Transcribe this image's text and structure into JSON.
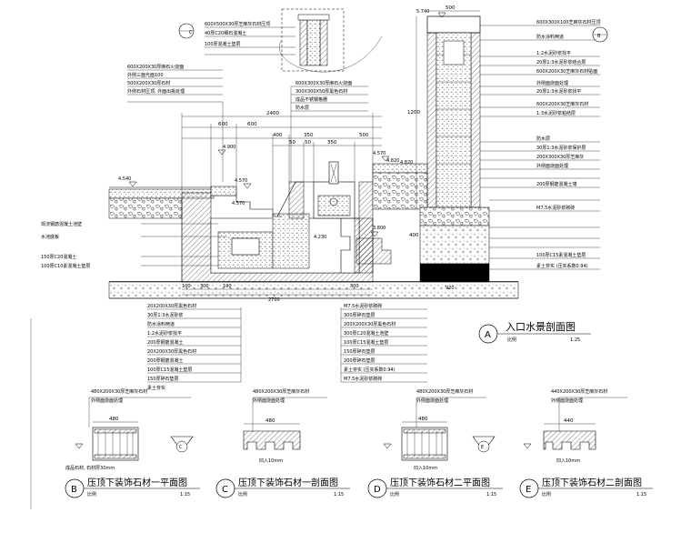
{
  "main_section": {
    "marker": "A",
    "title": "入口水景剖面图",
    "scale_prefix": "比例",
    "scale": "1:25"
  },
  "detail_markers": {
    "callout_c": "C",
    "callout_b": "B"
  },
  "top_dims": [
    "2400",
    "600",
    "600",
    "400",
    "350",
    "50",
    "50",
    "350",
    "500"
  ],
  "pier_dims": {
    "top": "500",
    "height": "1200",
    "base": "920",
    "elev": "400"
  },
  "elevations": [
    "4.540",
    "4.570",
    "4.900",
    "4.570",
    "4.570",
    "5.740",
    "4.820",
    "4.820",
    "3.800",
    "4.230"
  ],
  "bottom_dims": [
    "100",
    "300",
    "100",
    "2700",
    "300",
    "920"
  ],
  "notes_top_left": [
    "600X200X30厚麻石火烧面",
    "外侧三面光面100",
    "500X200X30厚石材",
    "外侧石材压顶, 外面出挑处理"
  ],
  "notes_top_mid": [
    "600X300X30厚麻石火烧面",
    "300X300X50厚黑色石材",
    "成品不锈钢格栅",
    "防水层"
  ],
  "notes_callout_c": [
    "600X500X30厚芝麻灰石材压顶",
    "40厚C20细石混凝土",
    "100厚混凝土垫层"
  ],
  "notes_right": [
    "600X300X100芝麻灰石材压顶",
    "防水涂料两道",
    "1:2水泥砂浆找平",
    "20厚1:3水泥砂浆结合层",
    "600X200X30芝麻灰石材贴面",
    "外侧面烧面处理",
    "20厚1:3水泥砂浆找平",
    "600X200X30芝麻灰石材",
    "1:3水泥砂浆粘结层",
    "防水层",
    "30厚1:3水泥砂浆保护层",
    "200X300X30厚芝麻灰",
    "外侧面烧面处理",
    "200厚钢筋混凝土墙",
    "M7.5水泥砂浆砌砖",
    "100厚C15素混凝土垫层",
    "素土夯实 (压实系数0.94)"
  ],
  "notes_left": [
    "现浇钢筋混凝土池壁",
    "水池底板",
    "150厚C20混凝土",
    "100厚C10素混凝土垫层"
  ],
  "notes_bottom_left": [
    "20X200X30厚黑色石材",
    "30厚1:3水泥砂浆",
    "防水涂料两道",
    "1:2水泥砂浆找平",
    "200厚钢筋混凝土",
    "20X200X30厚黑色石材",
    "200厚钢筋混凝土",
    "100厚C15混凝土垫层",
    "150厚碎石垫层",
    "素土夯实"
  ],
  "notes_bottom_right": [
    "M7.5水泥砂浆砌砖",
    "300厚碎石垫层",
    "200X200X30厚黑色石材",
    "300厚C20混凝土池壁",
    "100厚C15混凝土垫层",
    "150厚碎石垫层",
    "200厚碎石垫层",
    "素土夯实 (压实系数0.94)",
    "M7.5水泥砂浆砌砖"
  ],
  "details": [
    {
      "marker": "B",
      "title": "压顶下装饰石材一平面图",
      "scale_prefix": "比例",
      "scale": "1:15",
      "dim": "480",
      "notes": [
        "480X200X30厚芝麻灰石材",
        "外侧面烧面处理"
      ],
      "side_note": "成品石材, 石材厚30mm"
    },
    {
      "marker": "C",
      "title": "压顶下装饰石材一剖面图",
      "scale_prefix": "比例",
      "scale": "1:15",
      "dim": "480",
      "notes": [
        "480X200X30厚芝麻灰石材",
        "外侧面烧面处理"
      ],
      "side_note": "凹入10mm"
    },
    {
      "marker": "D",
      "title": "压顶下装饰石材二平面图",
      "scale_prefix": "比例",
      "scale": "1:15",
      "dim": "480",
      "notes": [
        "480X200X30厚芝麻灰石材",
        "外侧面烧面处理"
      ],
      "side_note": "凹入10mm"
    },
    {
      "marker": "E",
      "title": "压顶下装饰石材二剖面图",
      "scale_prefix": "比例",
      "scale": "1:15",
      "dim": "440",
      "notes": [
        "440X200X30厚芝麻灰石材",
        "外侧面烧面处理"
      ],
      "side_note": "凹入10mm"
    }
  ],
  "detail_circle_letters": [
    "B",
    "C",
    "D",
    "E"
  ]
}
